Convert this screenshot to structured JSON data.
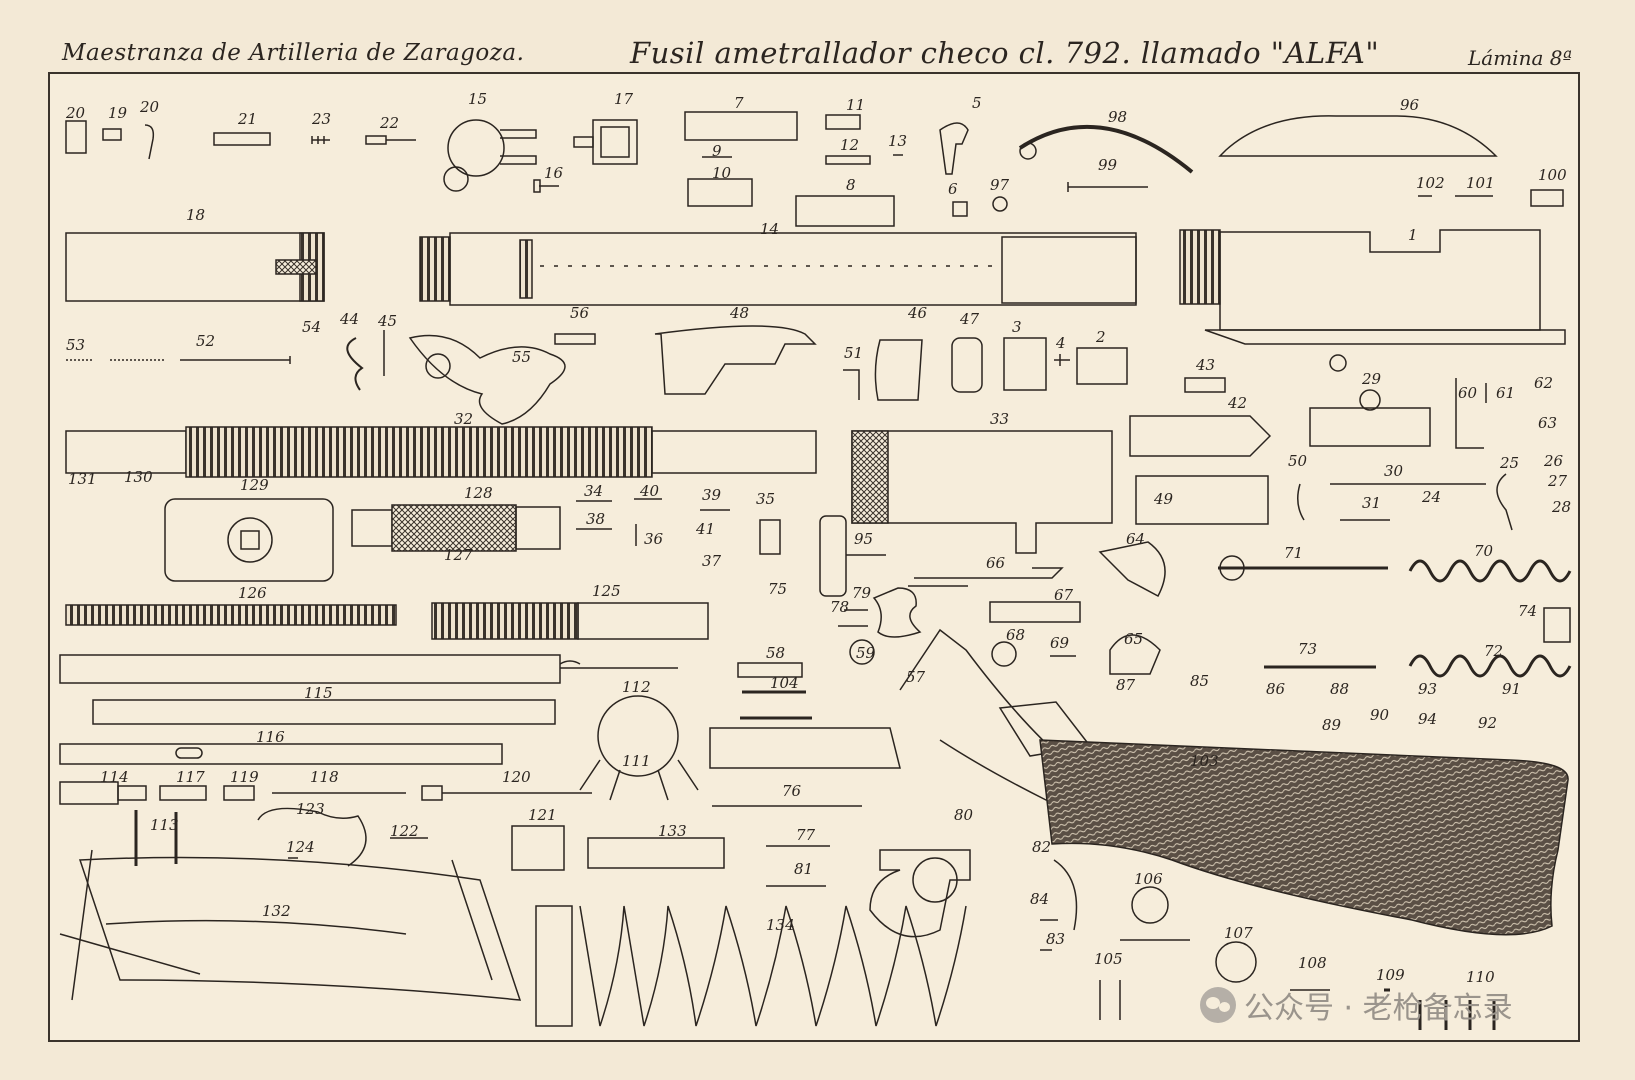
{
  "header": {
    "left_title": "Maestranza de Artilleria de Zaragoza.",
    "center_title": "Fusil ametrallador checo cl. 792. llamado \"ALFA\"",
    "right_title": "Lámina 8ª"
  },
  "part_numbers": {
    "p1": "1",
    "p2": "2",
    "p3": "3",
    "p4": "4",
    "p5": "5",
    "p6": "6",
    "p7": "7",
    "p8": "8",
    "p9": "9",
    "p10": "10",
    "p11": "11",
    "p12": "12",
    "p13": "13",
    "p14": "14",
    "p15": "15",
    "p16": "16",
    "p17": "17",
    "p18": "18",
    "p19": "19",
    "p20a": "20",
    "p20b": "20",
    "p21": "21",
    "p22": "22",
    "p23": "23",
    "p24": "24",
    "p25": "25",
    "p26": "26",
    "p27": "27",
    "p28": "28",
    "p29": "29",
    "p30": "30",
    "p31": "31",
    "p32": "32",
    "p33": "33",
    "p34": "34",
    "p35": "35",
    "p36": "36",
    "p37": "37",
    "p38": "38",
    "p39": "39",
    "p40": "40",
    "p41": "41",
    "p42": "42",
    "p43": "43",
    "p44": "44",
    "p45": "45",
    "p46": "46",
    "p47": "47",
    "p48": "48",
    "p49": "49",
    "p50": "50",
    "p51": "51",
    "p52": "52",
    "p53": "53",
    "p54": "54",
    "p55": "55",
    "p56": "56",
    "p57": "57",
    "p58": "58",
    "p59": "59",
    "p60": "60",
    "p61": "61",
    "p62": "62",
    "p63": "63",
    "p64": "64",
    "p65": "65",
    "p66": "66",
    "p67": "67",
    "p68": "68",
    "p69": "69",
    "p70": "70",
    "p71": "71",
    "p72": "72",
    "p73": "73",
    "p74": "74",
    "p75": "75",
    "p76": "76",
    "p77": "77",
    "p78": "78",
    "p79": "79",
    "p80": "80",
    "p81": "81",
    "p82": "82",
    "p83": "83",
    "p84": "84",
    "p85": "85",
    "p86": "86",
    "p87": "87",
    "p88": "88",
    "p89": "89",
    "p90": "90",
    "p91": "91",
    "p92": "92",
    "p93": "93",
    "p94": "94",
    "p95": "95",
    "p96": "96",
    "p97": "97",
    "p98": "98",
    "p99": "99",
    "p100": "100",
    "p101": "101",
    "p102": "102",
    "p103": "103",
    "p104": "104",
    "p105": "105",
    "p106": "106",
    "p107": "107",
    "p108": "108",
    "p109": "109",
    "p110": "110",
    "p111": "111",
    "p112": "112",
    "p113": "113",
    "p114": "114",
    "p115": "115",
    "p116": "116",
    "p117": "117",
    "p118": "118",
    "p119": "119",
    "p120": "120",
    "p121": "121",
    "p122": "122",
    "p123": "123",
    "p124": "124",
    "p125": "125",
    "p126": "126",
    "p127": "127",
    "p128": "128",
    "p129": "129",
    "p130": "130",
    "p131": "131",
    "p132": "132",
    "p133": "133",
    "p134": "134"
  },
  "watermark": {
    "text": "公众号 · 老枪备忘录",
    "icon": "wechat-icon"
  },
  "colors": {
    "paper": "#f3e9d6",
    "ink": "#2b2520",
    "watermark": "#9a948c"
  }
}
